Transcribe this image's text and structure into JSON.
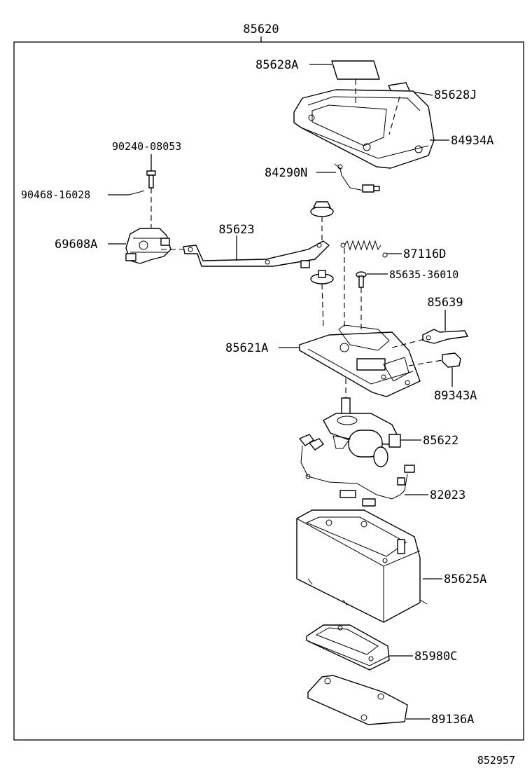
{
  "diagram": {
    "assembly_number": "85620",
    "figure_code": "852957",
    "callouts": {
      "c85628A": "85628A",
      "c85628J": "85628J",
      "c84934A": "84934A",
      "c90240": "90240-08053",
      "c90468": "90468-16028",
      "c84290N": "84290N",
      "c69608A": "69608A",
      "c85623": "85623",
      "c87116D": "87116D",
      "c85635": "85635-36010",
      "c85639": "85639",
      "c85621A": "85621A",
      "c89343A": "89343A",
      "c85622": "85622",
      "c82023": "82023",
      "c85625A": "85625A",
      "c85980C": "85980C",
      "c89136A": "89136A"
    }
  }
}
